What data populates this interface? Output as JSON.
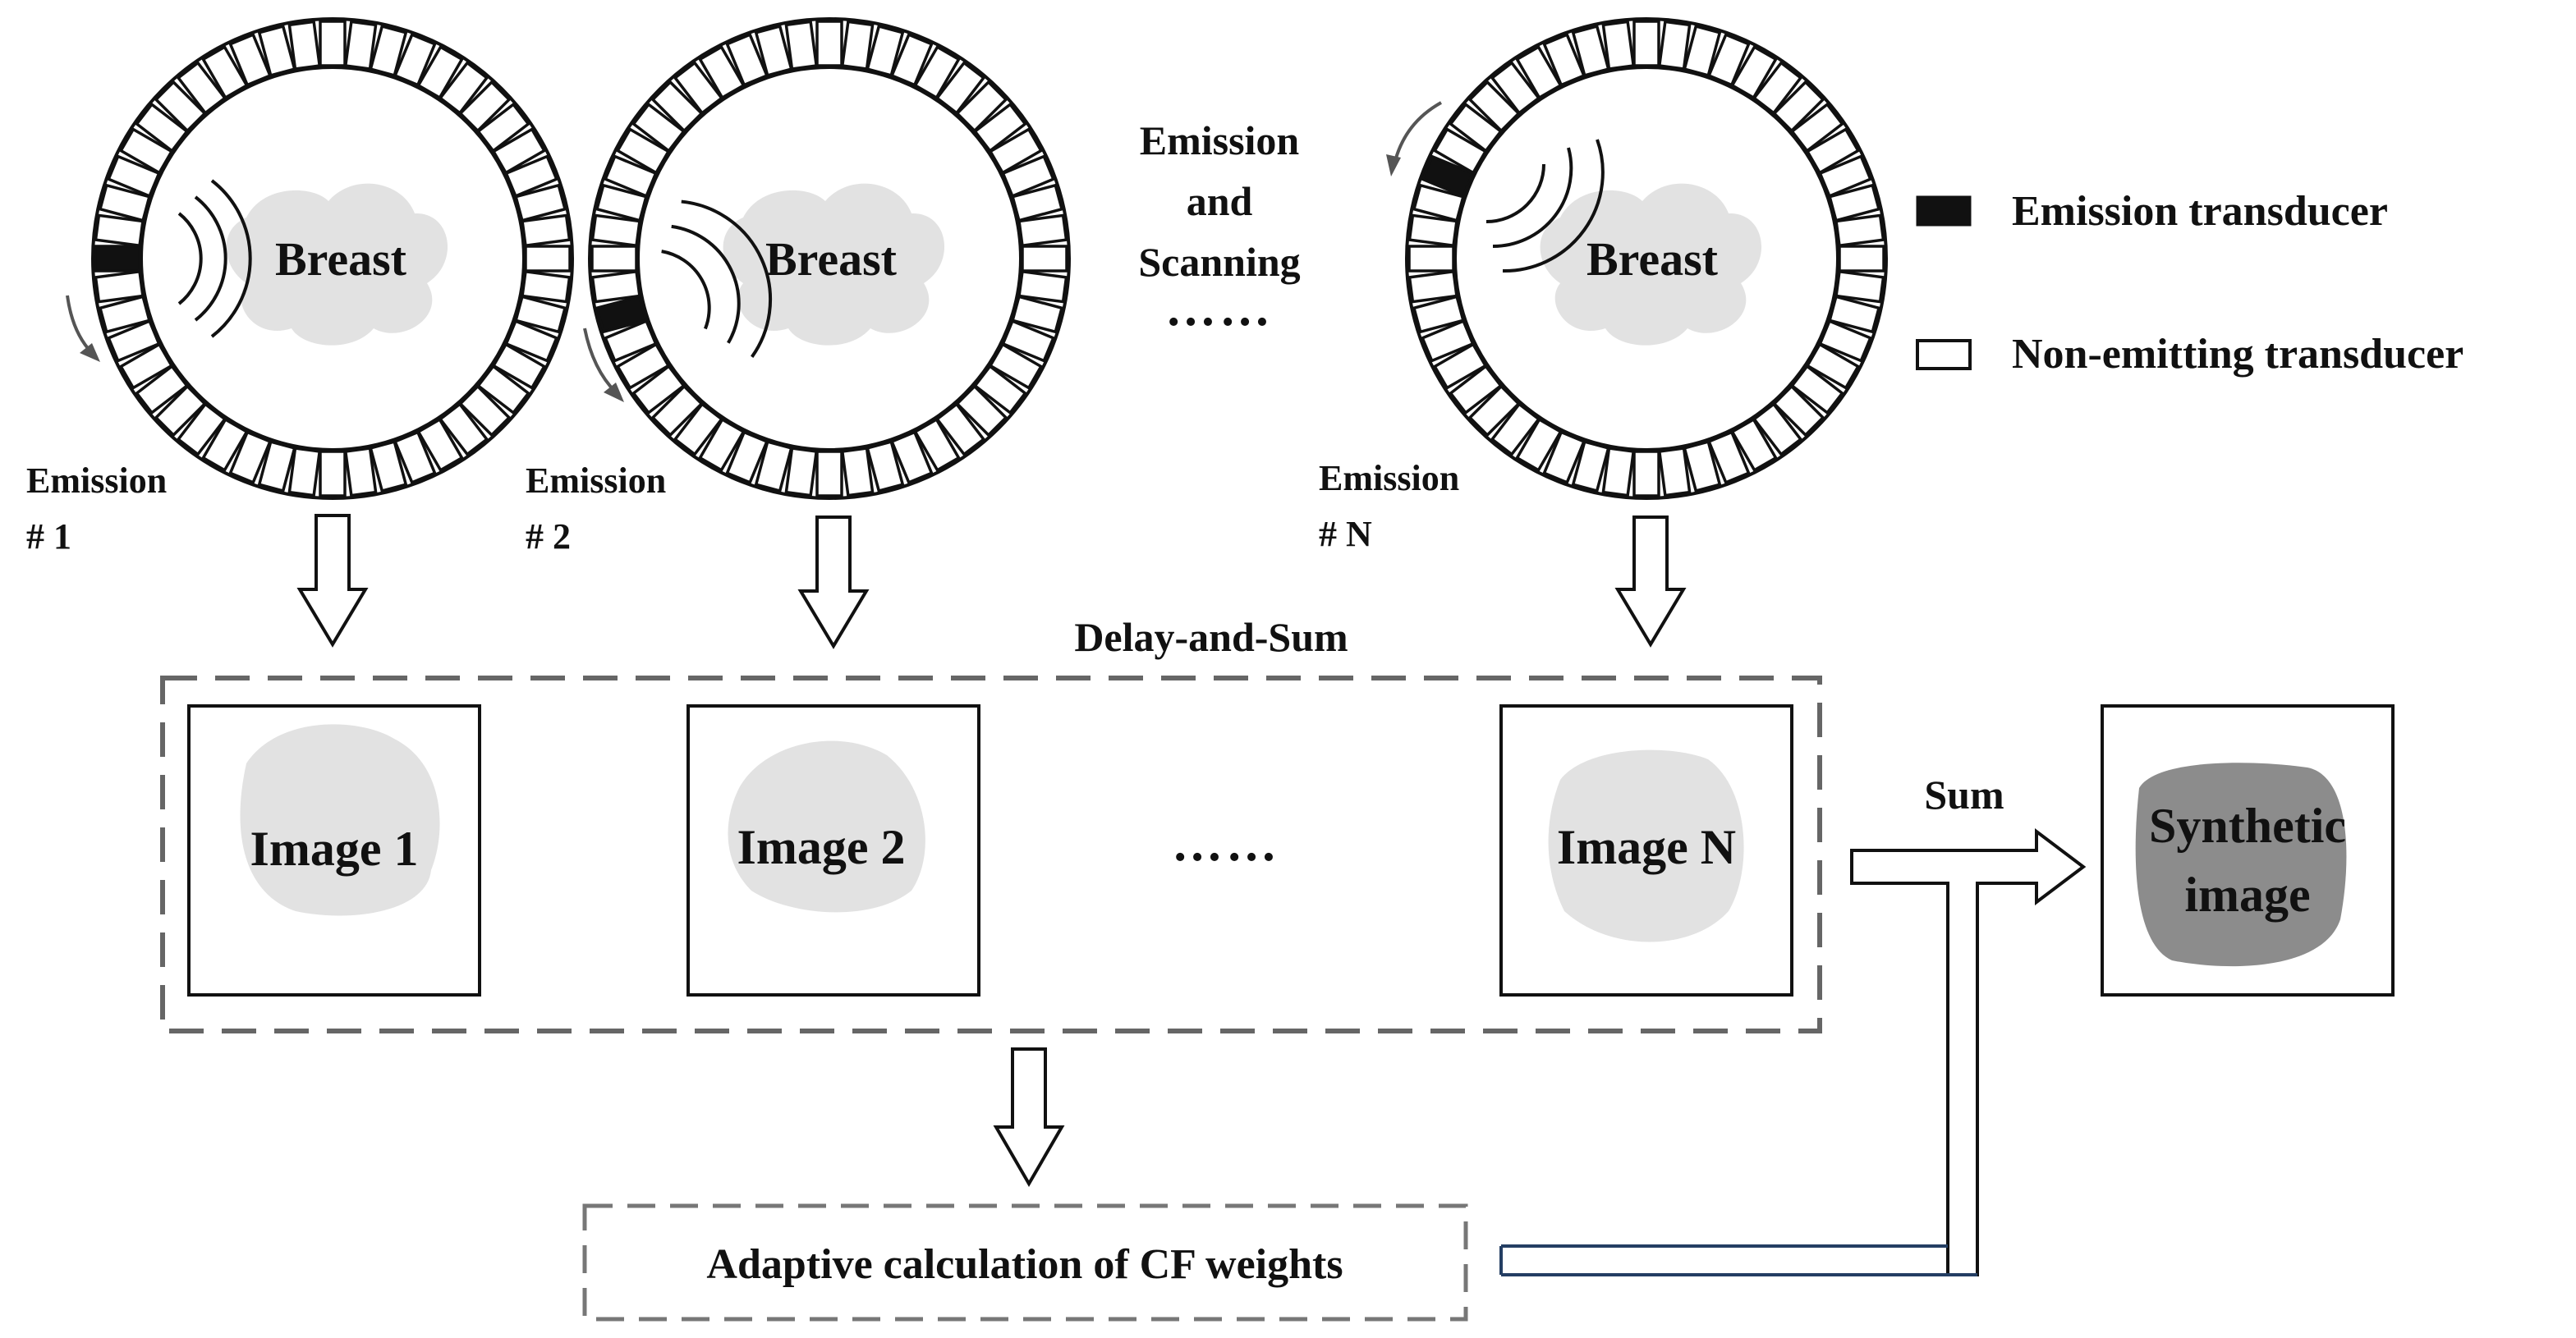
{
  "diagram": {
    "rings": [
      {
        "label": "Breast",
        "emission_label": "Emission",
        "emission_number": "# 1"
      },
      {
        "label": "Breast",
        "emission_label": "Emission",
        "emission_number": "# 2"
      },
      {
        "label": "Breast",
        "emission_label": "Emission",
        "emission_number": "# N"
      }
    ],
    "scan_text": [
      "Emission",
      "and",
      "Scanning",
      "……"
    ],
    "legend": {
      "emission": "Emission transducer",
      "non_emitting": "Non-emitting transducer"
    },
    "das_title": "Delay-and-Sum",
    "images": [
      {
        "label": "Image 1"
      },
      {
        "label": "Image 2"
      },
      {
        "label": "Image N"
      }
    ],
    "images_ellipsis": "……",
    "sum_label": "Sum",
    "synthetic": [
      "Synthetic",
      "image"
    ],
    "cf_box": "Adaptive calculation of CF weights"
  },
  "colors": {
    "line": "#111111",
    "blob": "#e2e2e2",
    "synthetic_blob": "#8c8c8c",
    "dashed": "#666666",
    "feedback_line": "#243e63"
  }
}
